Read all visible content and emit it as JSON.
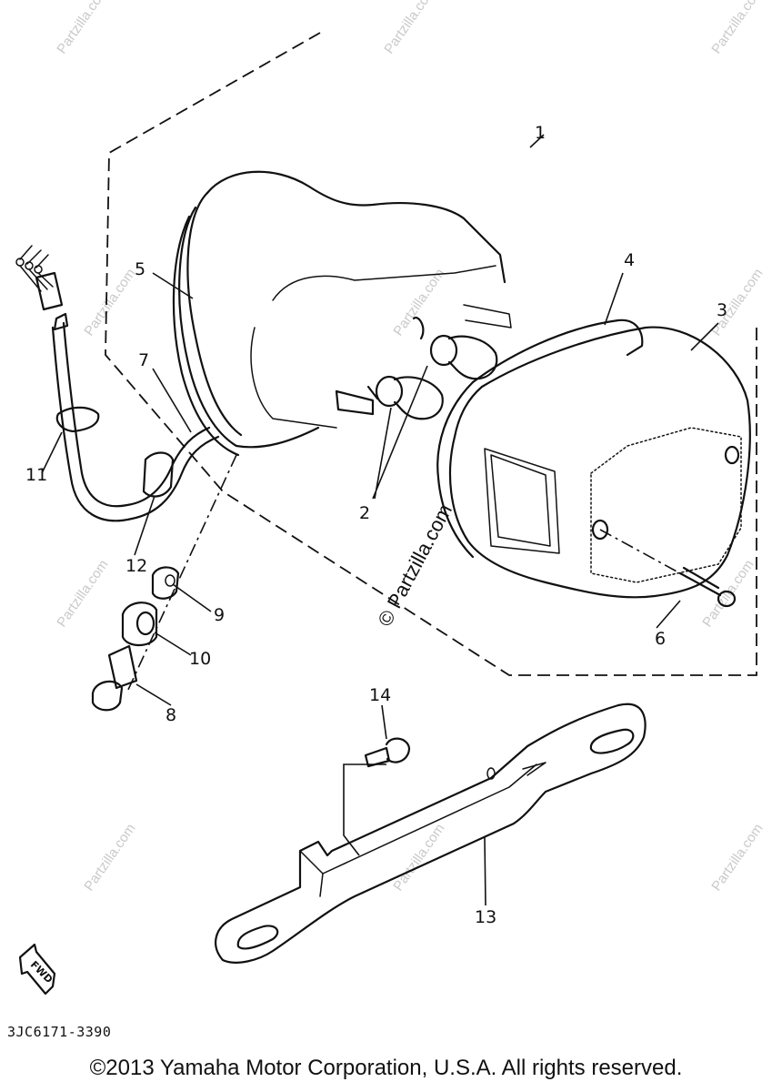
{
  "callouts": [
    "1",
    "2",
    "3",
    "4",
    "5",
    "6",
    "7",
    "8",
    "9",
    "10",
    "11",
    "12",
    "13",
    "14"
  ],
  "fwd_arrow_label": "FWD",
  "watermark": "Partzilla.com",
  "watermark_center": "© Partzilla.com",
  "diagram_code": "3JC6171-3390",
  "copyright": "©2013 Yamaha Motor Corporation, U.S.A. All rights reserved.",
  "icons": {
    "fwd_arrow": "fwd-arrow-icon"
  }
}
